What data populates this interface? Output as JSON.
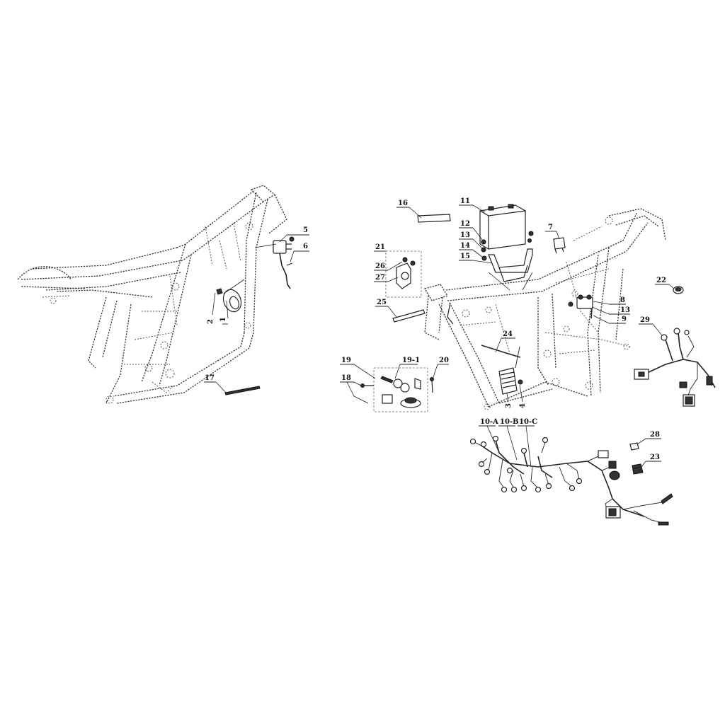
{
  "callouts": {
    "c1": "1",
    "c2": "2",
    "c3": "3",
    "c4": "4",
    "c5": "5",
    "c6": "6",
    "c7": "7",
    "c8": "8",
    "c9": "9",
    "c10a": "10-A",
    "c10b": "10-B",
    "c10c": "10-C",
    "c11": "11",
    "c12": "12",
    "c13a": "13",
    "c13b": "13",
    "c14": "14",
    "c15": "15",
    "c16": "16",
    "c17": "17",
    "c18": "18",
    "c19": "19",
    "c19_1": "19-1",
    "c20": "20",
    "c21": "21",
    "c22": "22",
    "c23": "23",
    "c24": "24",
    "c25": "25",
    "c26": "26",
    "c27": "27",
    "c28": "28",
    "c29": "29"
  }
}
